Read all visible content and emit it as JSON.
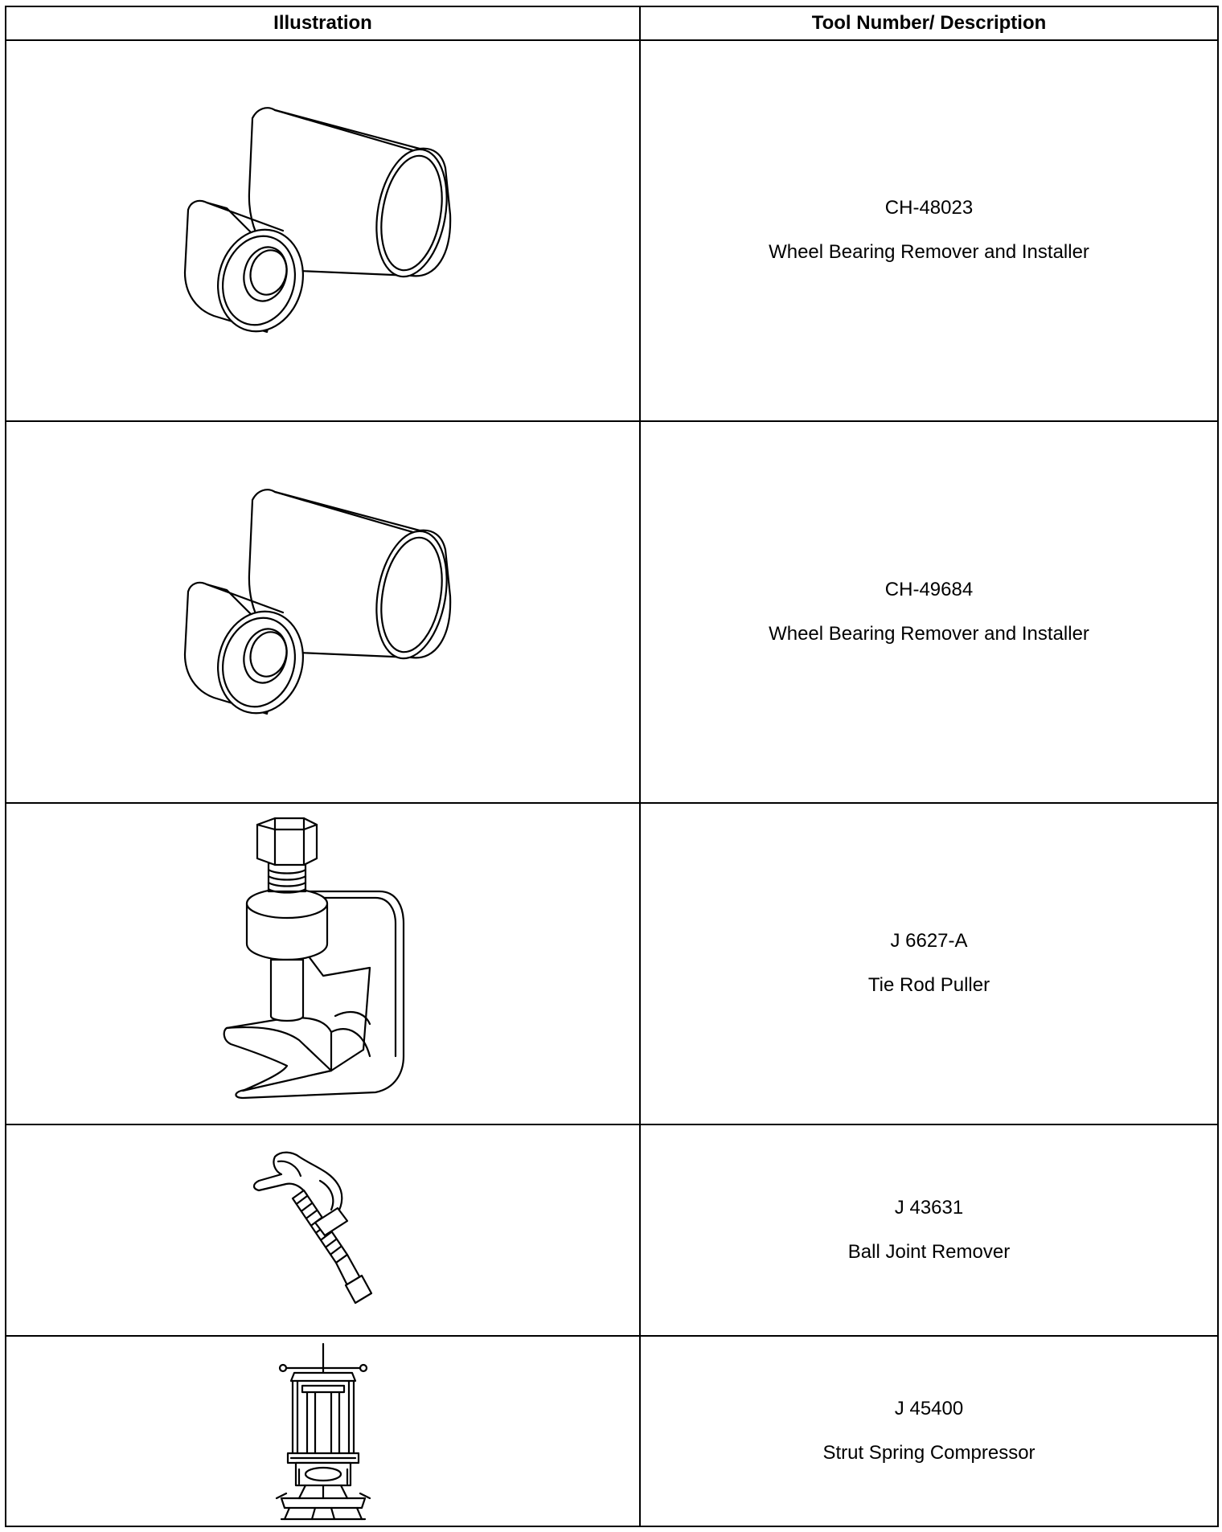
{
  "table": {
    "headers": {
      "illustration": "Illustration",
      "description": "Tool Number/ Description"
    },
    "rows": [
      {
        "tool_number": "CH-48023",
        "description": "Wheel Bearing Remover and Installer",
        "icon": "wheel-bearing-remover-installer-illustration"
      },
      {
        "tool_number": "CH-49684",
        "description": "Wheel Bearing Remover and Installer",
        "icon": "wheel-bearing-remover-installer-illustration"
      },
      {
        "tool_number": "J 6627-A",
        "description": "Tie Rod Puller",
        "icon": "tie-rod-puller-illustration"
      },
      {
        "tool_number": "J 43631",
        "description": "Ball Joint Remover",
        "icon": "ball-joint-remover-illustration"
      },
      {
        "tool_number": "J 45400",
        "description": "Strut Spring Compressor",
        "icon": "strut-spring-compressor-illustration"
      }
    ]
  }
}
